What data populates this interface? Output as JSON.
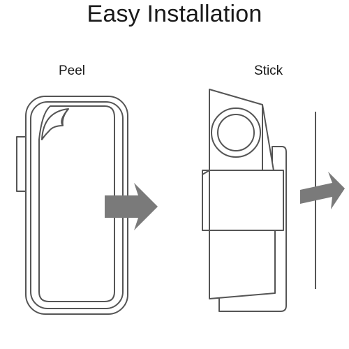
{
  "title": "Easy Installation",
  "steps": [
    {
      "label": "Peel",
      "icon": "peel-adhesive-icon"
    },
    {
      "label": "Stick",
      "icon": "doorbell-mount-icon"
    }
  ],
  "colors": {
    "outline": "#555555",
    "panel_fill": "#ffffff",
    "arrow": "#7a7a7a",
    "text": "#1a1a1a"
  }
}
